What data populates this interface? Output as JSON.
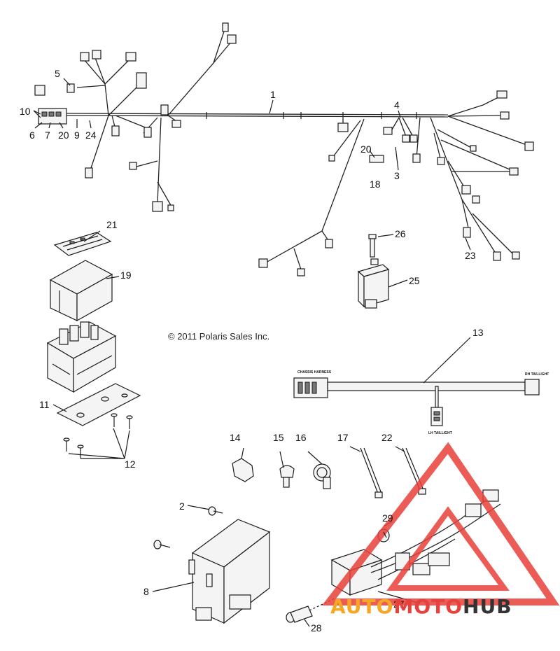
{
  "copyright": "© 2011 Polaris Sales Inc.",
  "harness_labels": {
    "chassis": "CHASSIS HARNESS",
    "rh_taillight": "RH TAILLIGHT",
    "lh_taillight": "LH TAILLIGHT"
  },
  "watermark": {
    "part1": "AUTO",
    "part2": "MOTO",
    "part3": "HUB",
    "color_orange": "#f5a623",
    "color_red": "#e8403a",
    "color_dark": "#333333"
  },
  "callouts": {
    "c1": "1",
    "c2": "2",
    "c3": "3",
    "c4": "4",
    "c5": "5",
    "c6": "6",
    "c7": "7",
    "c8": "8",
    "c9": "9",
    "c10": "10",
    "c11": "11",
    "c12": "12",
    "c13": "13",
    "c14": "14",
    "c15": "15",
    "c16": "16",
    "c17": "17",
    "c18": "18",
    "c19": "19",
    "c20a": "20",
    "c20b": "20",
    "c21": "21",
    "c22": "22",
    "c23": "23",
    "c24": "24",
    "c25": "25",
    "c26": "26",
    "c27": "27",
    "c28": "28",
    "c29": "29"
  }
}
